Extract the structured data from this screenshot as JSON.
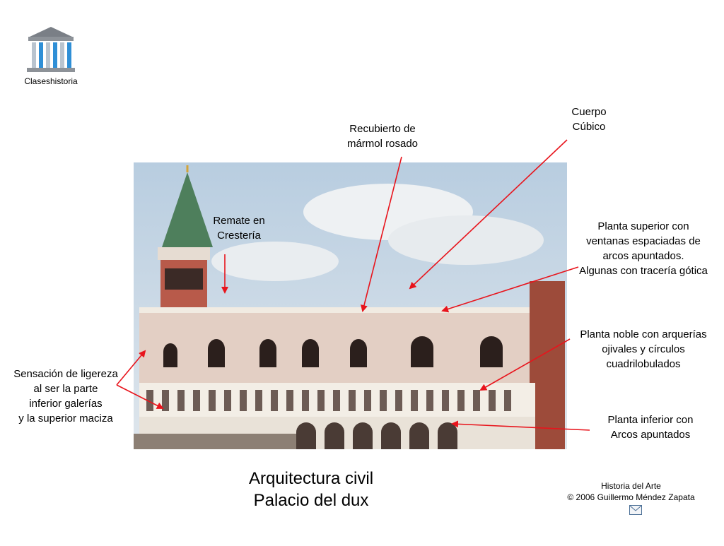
{
  "logo": {
    "text": "Claseshistoria"
  },
  "labels": {
    "marmol": "Recubierto de\nmármol rosado",
    "cuerpo": "Cuerpo\nCúbico",
    "remate": "Remate en\nCrestería",
    "planta_superior": "Planta superior con\nventanas espaciadas de\narcos apuntados.\nAlgunas con tracería gótica",
    "planta_noble": "Planta noble con arquerías\nojivales y círculos\ncuadrilobulados",
    "sensacion": "Sensación de ligereza\nal ser la parte\ninferior galerías\ny la superior maciza",
    "planta_inferior": "Planta inferior con\nArcos apuntados"
  },
  "title": {
    "line1": "Arquitectura civil",
    "line2": "Palacio del dux"
  },
  "footer": {
    "line1": "Historia del Arte",
    "line2": "© 2006 Guillermo Méndez Zapata"
  },
  "colors": {
    "arrow": "#e8141c",
    "sky": "#c9d6e2",
    "facade": "#e3cfc4",
    "stone": "#f3eee6"
  },
  "icons": {
    "mail": "mail-icon",
    "logo": "temple-icon"
  }
}
